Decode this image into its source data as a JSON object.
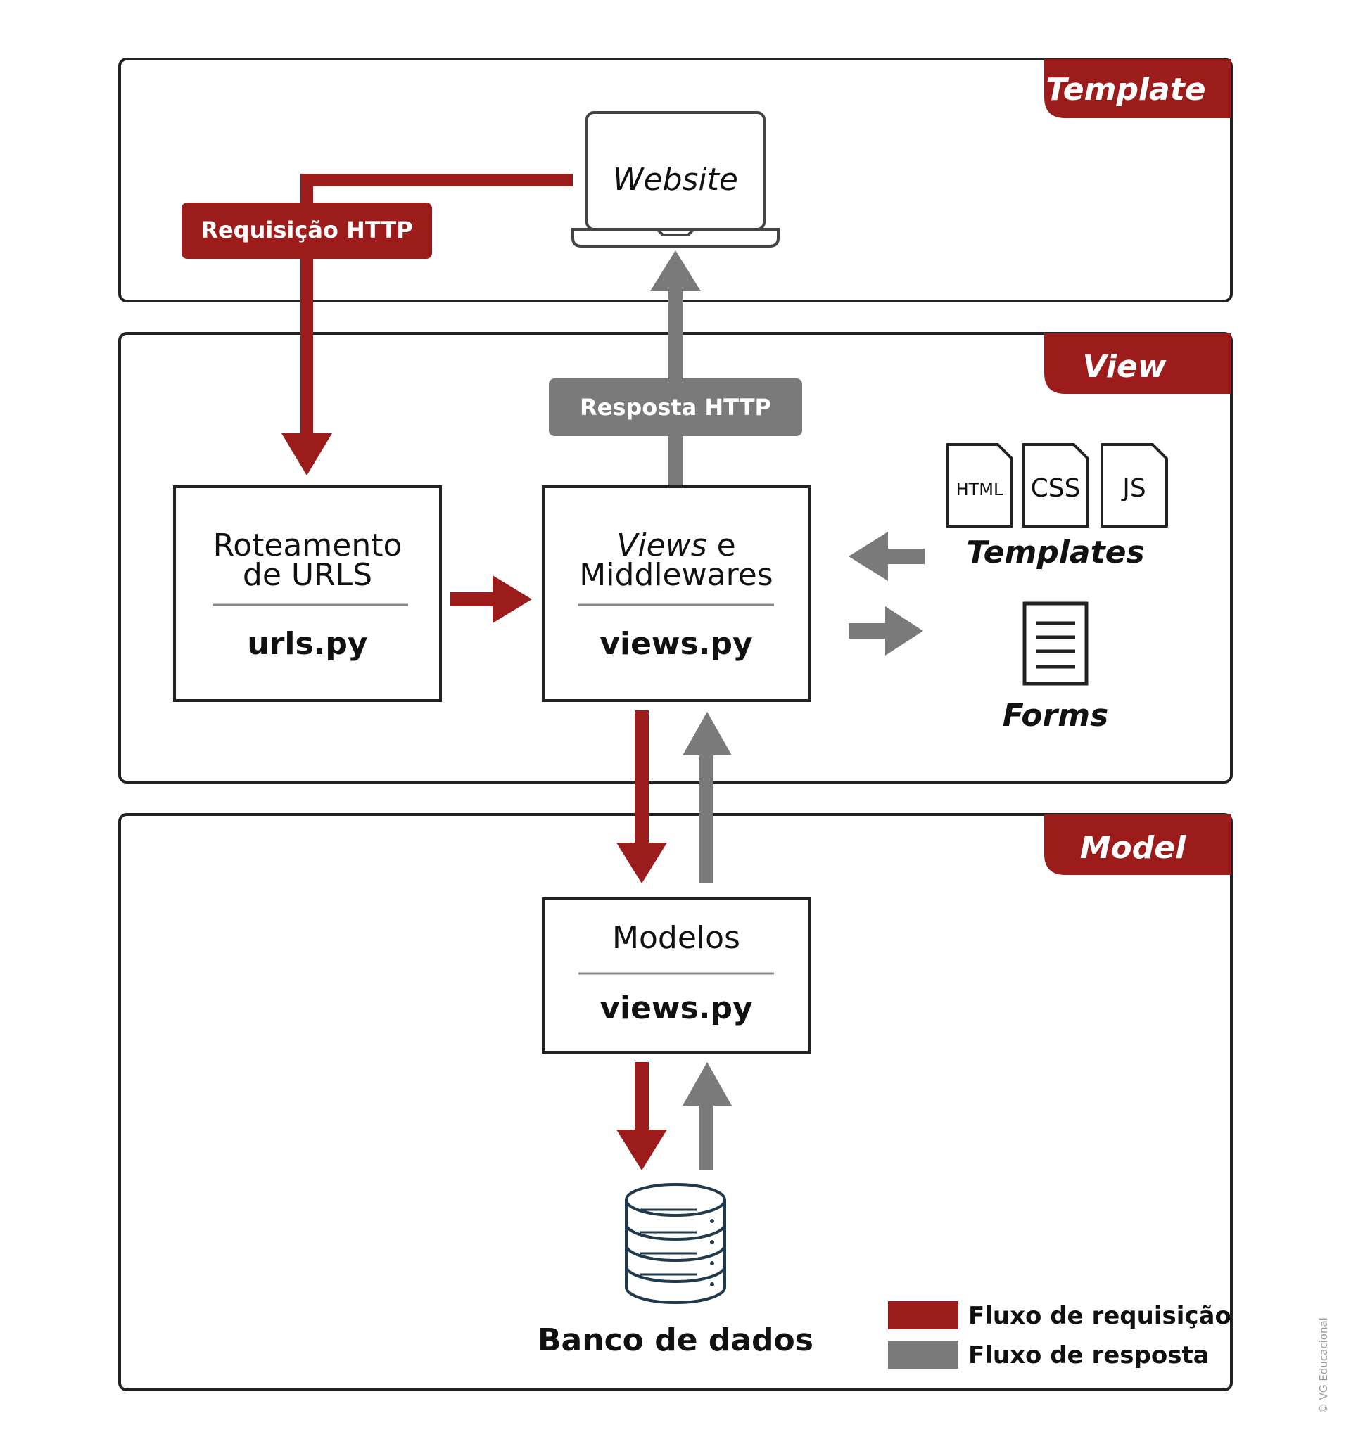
{
  "colors": {
    "request": "#9b1c1a",
    "response": "#7a7a7a",
    "border": "#222222",
    "text": "#111111"
  },
  "sections": {
    "template": "Template",
    "view": "View",
    "model": "Model"
  },
  "website": "Website",
  "request_label": "Requisição HTTP",
  "response_label": "Resposta HTTP",
  "routing": {
    "title_line1": "Roteamento",
    "title_line2": "de URLS",
    "file": "urls.py"
  },
  "views": {
    "title_italic": "Views",
    "title_rest": " e",
    "title_line2": "Middlewares",
    "file": "views.py"
  },
  "templates": {
    "files": [
      "HTML",
      "CSS",
      "JS"
    ],
    "label": "Templates"
  },
  "forms": {
    "label": "Forms"
  },
  "models": {
    "title": "Modelos",
    "file": "views.py"
  },
  "database": {
    "label": "Banco de dados",
    "icon": "database-icon"
  },
  "legend": {
    "request": "Fluxo de requisição",
    "response": "Fluxo de resposta"
  },
  "credit": "© VG Educacional"
}
